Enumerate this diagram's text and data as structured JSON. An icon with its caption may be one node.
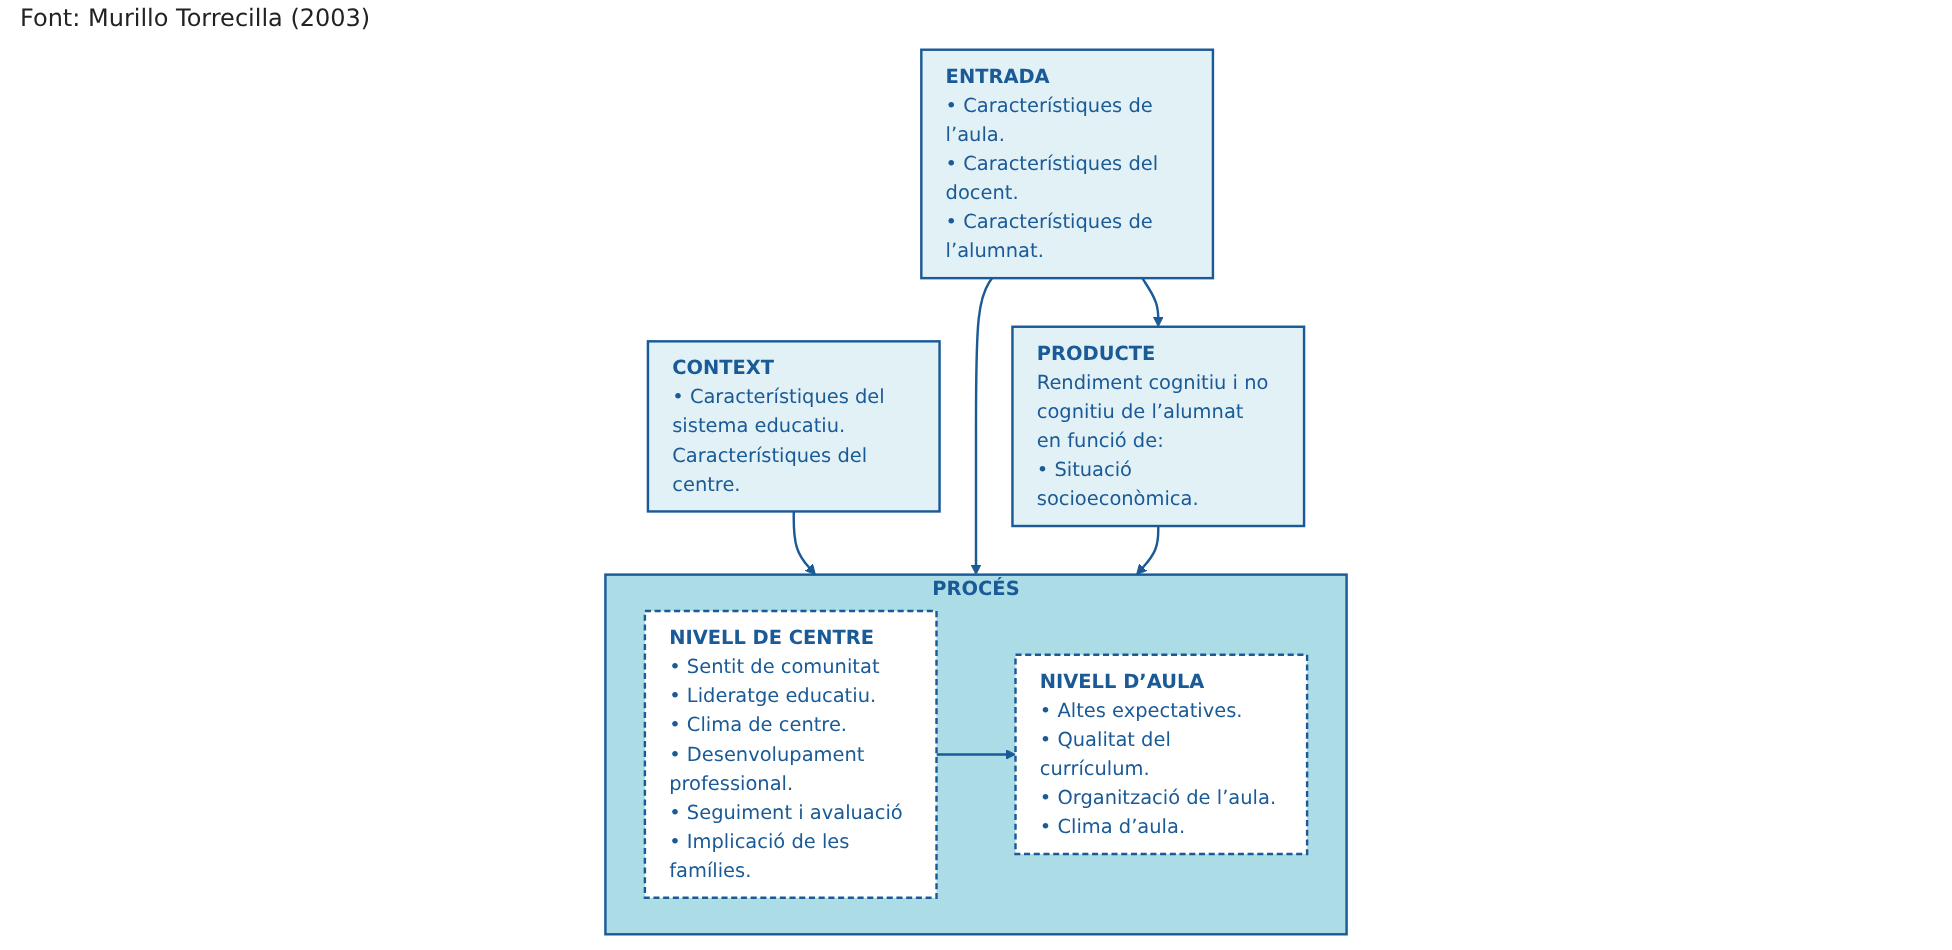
{
  "diagram": {
    "caption": "Font: Murillo Torrecilla (2003)",
    "nodes": [
      {
        "text": [
          "CONTEXT",
          "• Característiques del sistema educatiu.",
          "Característiques del centre."
        ]
      },
      {
        "text": [
          "ENTRADA",
          "• Característiques de l’aula.",
          "• Característiques del docent.",
          "• Característiques de l’alumnat."
        ]
      },
      {
        "text": [
          "PROCÉS"
        ]
      },
      {
        "text": [
          "NIVELL DE CENTRE",
          "• Sentit de comunitat",
          "• Lideratge educatiu.",
          "• Clima de centre.",
          "• Desenvolupament professional.",
          "• Seguiment i avaluació",
          "• Implicació de les famílies."
        ],
        "in": 2
      },
      {
        "text": [
          "NIVELL D’AULA",
          "• Altes expectatives.",
          "• Qualitat del currículum.",
          "• Organització de l’aula.",
          "• Clima d’aula."
        ],
        "in": 2
      },
      {
        "text": [
          "PRODUCTE",
          "Rendiment cognitiu i no cognitiu de l’alumnat en funció de:",
          "• Situació socioeconòmica."
        ]
      }
    ],
    "edges": [
      {
        "from": 0,
        "to": 2,
        "arrow": "to"
      },
      {
        "from": 1,
        "to": 2,
        "arrow": "to"
      },
      {
        "from": 5,
        "to": 2,
        "arrow": "to"
      },
      {
        "from": 3,
        "to": 4,
        "arrow": "to"
      },
      {
        "from": 1,
        "to": 5,
        "arrow": "to"
      }
    ]
  }
}
